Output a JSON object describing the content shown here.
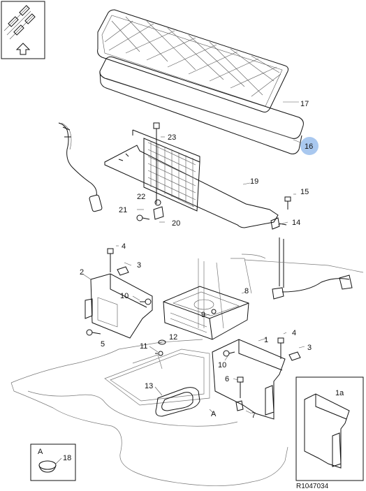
{
  "diagram": {
    "drawing_ref": "R1047034",
    "highlighted_part": "16",
    "highlight_color": "#a9c8ef",
    "callouts": {
      "p1": "1",
      "p1a": "1a",
      "p2": "2",
      "p3a": "3",
      "p3b": "3",
      "p4a": "4",
      "p4b": "4",
      "p5": "5",
      "p6": "6",
      "p7": "7",
      "p8": "8",
      "p9": "9",
      "p10a": "10",
      "p10b": "10",
      "p11": "11",
      "p12": "12",
      "p13": "13",
      "p14": "14",
      "p15": "15",
      "p16": "16",
      "p17": "17",
      "p18": "18",
      "p19": "19",
      "p20": "20",
      "p21": "21",
      "p22": "22",
      "p23": "23"
    },
    "detail_marker": "A",
    "detail_inset_label": "A",
    "icons": [
      "orientation-icon",
      "forward-arrow-icon"
    ]
  }
}
